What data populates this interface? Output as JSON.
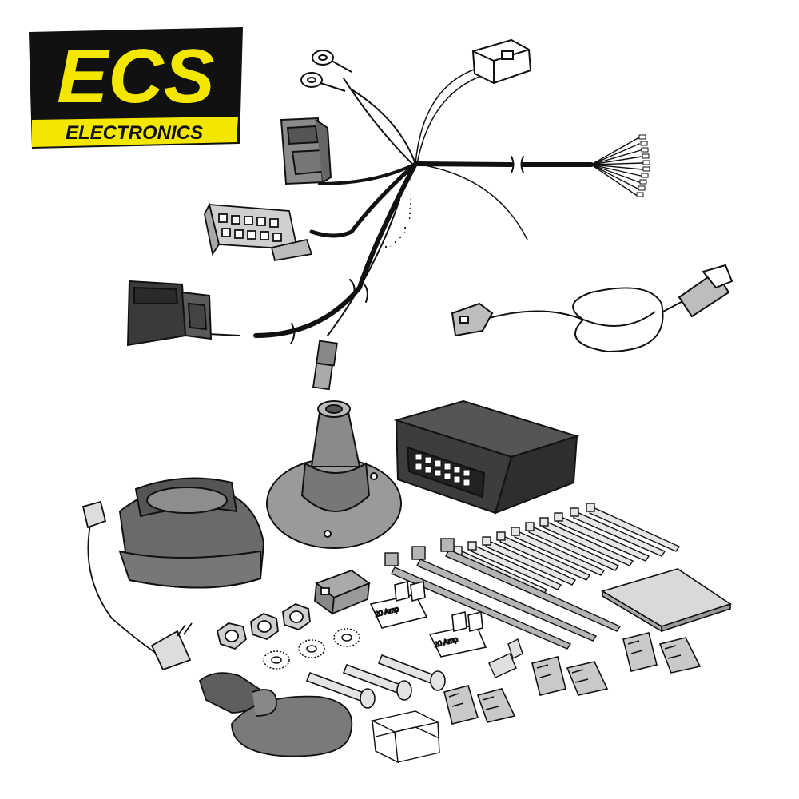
{
  "brand": {
    "logo_text": "ECS",
    "logo_subtext": "ELECTRONICS",
    "logo_bg": "#1a1a1a",
    "logo_accent": "#f3e600"
  },
  "kit": {
    "fuses": [
      {
        "label": "20 Amp"
      },
      {
        "label": "20 Amp"
      }
    ]
  },
  "colors": {
    "outline": "#1a1a1a",
    "part_grey": "#8a8a8a",
    "part_dark": "#4a4a4a",
    "part_light": "#d9d9d9",
    "wire": "#111111"
  }
}
